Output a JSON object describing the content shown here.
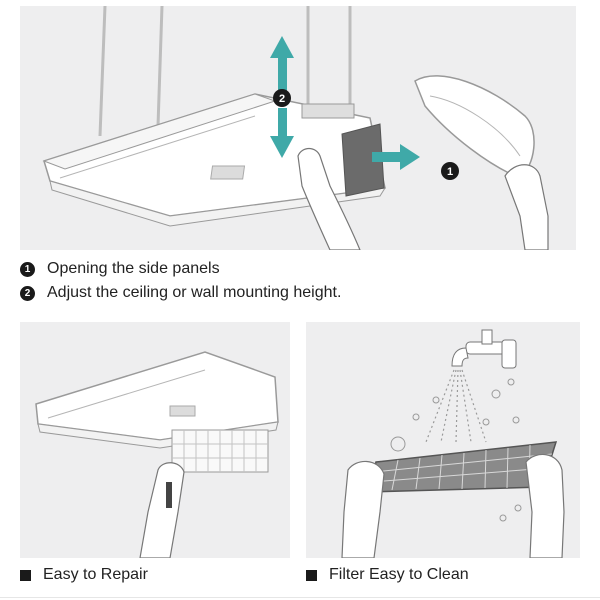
{
  "steps": [
    {
      "number": "1",
      "text": "Opening the side panels"
    },
    {
      "number": "2",
      "text": "Adjust the ceiling or wall mounting height."
    }
  ],
  "callouts": {
    "side_panel_marker": "1",
    "height_marker": "2"
  },
  "features": {
    "left_caption": "Easy to Repair",
    "right_caption": "Filter Easy to Clean"
  },
  "colors": {
    "panel_background": "#eeeeef",
    "arrow_teal": "#3fa9a8",
    "marker_black": "#1a1a1a"
  },
  "icons": [
    "up-arrow-icon",
    "down-arrow-icon",
    "right-arrow-icon",
    "square-bullet-icon",
    "faucet-icon",
    "water-drop-icon"
  ]
}
